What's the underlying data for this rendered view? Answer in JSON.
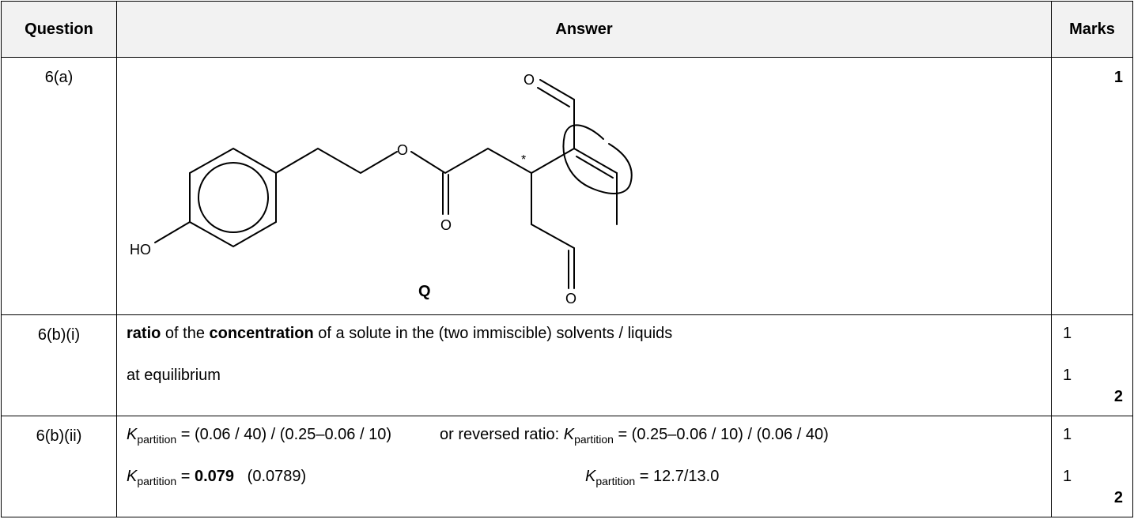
{
  "header": {
    "question": "Question",
    "answer": "Answer",
    "marks": "Marks"
  },
  "rows": [
    {
      "question": "6(a)",
      "diagram": {
        "compound_label": "Q",
        "atom_labels": {
          "hydroxyl": "HO",
          "ester_o": "O",
          "carbonyl_o": "O",
          "aldehyde_top_o": "O",
          "aldehyde_bottom_o": "O"
        },
        "chiral_marker": "*",
        "annotation": "circled C=C double bond"
      },
      "marks_total": "1"
    },
    {
      "question": "6(b)(i)",
      "line1": {
        "w1": "ratio",
        "t1": " of the ",
        "w2": "concentration",
        "t2": " of a solute in the (two immiscible) solvents / liquids"
      },
      "line2": "at equilibrium",
      "marks": [
        "1",
        "1"
      ],
      "marks_total": "2"
    },
    {
      "question": "6(b)(ii)",
      "k_symbol": "K",
      "k_sub": "partition",
      "line1_left": " = (0.06 / 40) / (0.25–0.06 / 10)",
      "line1_mid_prefix": "or reversed ratio: ",
      "line1_right": " = (0.25–0.06 / 10) / (0.06 / 40)",
      "line2_eq": " = ",
      "line2_bold": "0.079",
      "line2_paren": "   (0.0789)",
      "line2_right": " = 12.7/13.0",
      "marks": [
        "1",
        "1"
      ],
      "marks_total": "2"
    }
  ]
}
